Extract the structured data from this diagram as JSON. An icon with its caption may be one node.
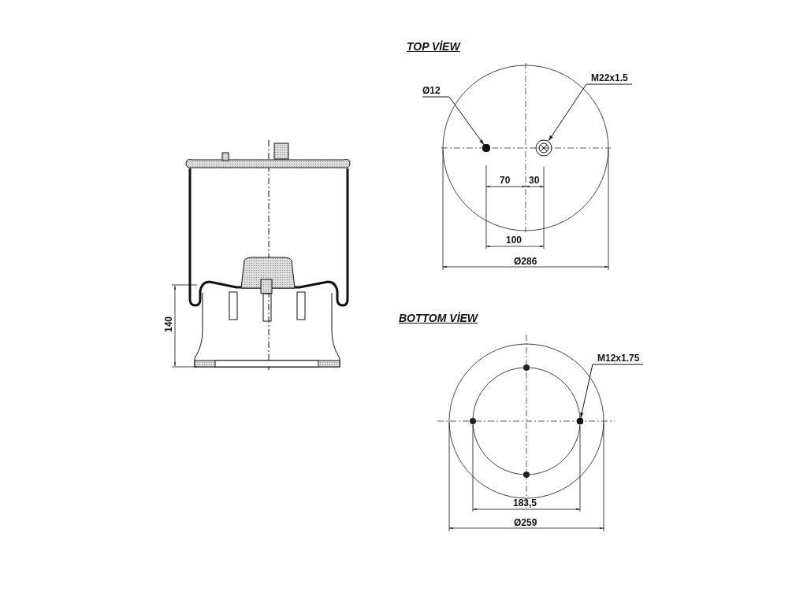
{
  "diagram": {
    "nodes": [
      {
        "text": [
          "Ø12"
        ]
      },
      {
        "text": [],
        "shape": "circle"
      },
      {
        "text": [
          "M22x1.5"
        ]
      },
      {
        "text": [],
        "shape": "circle"
      },
      {
        "text": [
          "M12x1.75"
        ]
      },
      {
        "text": [],
        "shape": "circle"
      }
    ],
    "edges": [
      {
        "from": 0,
        "to": 1,
        "arrow": "to"
      },
      {
        "from": 2,
        "to": 3,
        "arrow": "to"
      },
      {
        "from": 4,
        "to": 5,
        "arrow": "to"
      }
    ],
    "labels": [
      "TOP VİEW",
      "70",
      "30",
      "100",
      "Ø286",
      "BOTTOM VİEW",
      "140",
      "183,5",
      "Ø259"
    ]
  }
}
